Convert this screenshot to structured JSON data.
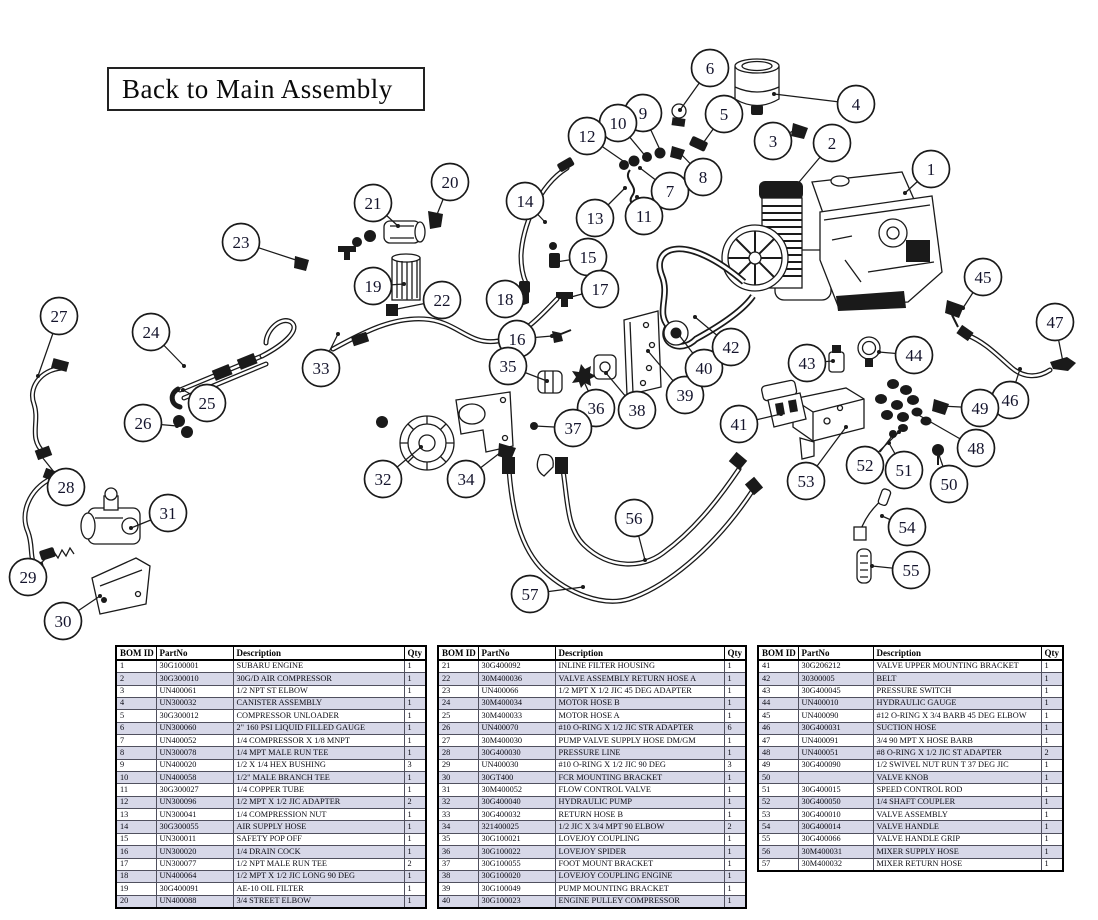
{
  "page": {
    "back_label": "Back to Main Assembly"
  },
  "colors": {
    "line": "#1a1a1a",
    "row_shade": "#d7d8e8",
    "balloon_fill": "#ffffff"
  },
  "diagram": {
    "description": "Exploded assembly drawing of engine / air compressor hydraulic unit with 57 numbered callouts",
    "callouts": [
      [
        1,
        931,
        169,
        905,
        193
      ],
      [
        2,
        832,
        143,
        789,
        194
      ],
      [
        3,
        773,
        141,
        795,
        130
      ],
      [
        4,
        856,
        104,
        774,
        94
      ],
      [
        5,
        724,
        114,
        701,
        146
      ],
      [
        6,
        710,
        68,
        680,
        110
      ],
      [
        7,
        670,
        191,
        640,
        168
      ],
      [
        8,
        703,
        177,
        679,
        152
      ],
      [
        9,
        643,
        113,
        661,
        152
      ],
      [
        10,
        618,
        123,
        647,
        158
      ],
      [
        11,
        644,
        216,
        637,
        197
      ],
      [
        12,
        587,
        136,
        626,
        163
      ],
      [
        13,
        595,
        218,
        625,
        188
      ],
      [
        14,
        525,
        201,
        545,
        222
      ],
      [
        15,
        588,
        257,
        556,
        262
      ],
      [
        16,
        517,
        339,
        552,
        336
      ],
      [
        17,
        600,
        289,
        564,
        299
      ],
      [
        18,
        505,
        299,
        523,
        295
      ],
      [
        19,
        373,
        286,
        404,
        284
      ],
      [
        20,
        450,
        182,
        436,
        217
      ],
      [
        21,
        373,
        203,
        398,
        226
      ],
      [
        22,
        442,
        300,
        392,
        310
      ],
      [
        23,
        241,
        242,
        302,
        262
      ],
      [
        24,
        151,
        332,
        184,
        366
      ],
      [
        25,
        207,
        403,
        183,
        390
      ],
      [
        26,
        143,
        423,
        177,
        426
      ],
      [
        27,
        59,
        316,
        38,
        376
      ],
      [
        28,
        66,
        487,
        38,
        452
      ],
      [
        29,
        28,
        577,
        48,
        556
      ],
      [
        30,
        63,
        621,
        100,
        596
      ],
      [
        31,
        168,
        513,
        131,
        528
      ],
      [
        32,
        383,
        479,
        421,
        447
      ],
      [
        33,
        321,
        368,
        338,
        334
      ],
      [
        34,
        466,
        479,
        505,
        449
      ],
      [
        35,
        508,
        366,
        547,
        381
      ],
      [
        36,
        596,
        408,
        581,
        375
      ],
      [
        37,
        573,
        428,
        535,
        426
      ],
      [
        38,
        637,
        410,
        606,
        373
      ],
      [
        39,
        685,
        395,
        648,
        351
      ],
      [
        40,
        704,
        368,
        679,
        335
      ],
      [
        41,
        739,
        424,
        781,
        414
      ],
      [
        42,
        731,
        347,
        695,
        317
      ],
      [
        43,
        807,
        363,
        833,
        361
      ],
      [
        44,
        914,
        355,
        879,
        352
      ],
      [
        45,
        983,
        277,
        963,
        308
      ],
      [
        46,
        1010,
        400,
        1020,
        369
      ],
      [
        47,
        1055,
        322,
        1063,
        362
      ],
      [
        48,
        976,
        448,
        915,
        413
      ],
      [
        49,
        980,
        408,
        941,
        406
      ],
      [
        50,
        949,
        484,
        938,
        452
      ],
      [
        51,
        904,
        470,
        889,
        443
      ],
      [
        52,
        865,
        465,
        899,
        432
      ],
      [
        53,
        806,
        481,
        846,
        427
      ],
      [
        54,
        907,
        527,
        882,
        516
      ],
      [
        55,
        911,
        570,
        872,
        566
      ],
      [
        56,
        634,
        518,
        645,
        560
      ],
      [
        57,
        530,
        594,
        583,
        587
      ]
    ]
  },
  "bom_tables": {
    "headers": [
      "BOM ID",
      "PartNo",
      "Description",
      "Qty"
    ],
    "tables": [
      {
        "rows": [
          [
            "1",
            "30G100001",
            "SUBARU ENGINE",
            "1"
          ],
          [
            "2",
            "30G300010",
            "30G/D AIR COMPRESSOR",
            "1"
          ],
          [
            "3",
            "UN400061",
            "1/2 NPT ST ELBOW",
            "1"
          ],
          [
            "4",
            "UN300032",
            "CANISTER ASSEMBLY",
            "1"
          ],
          [
            "5",
            "30G300012",
            "COMPRESSOR UNLOADER",
            "1"
          ],
          [
            "6",
            "UN300060",
            "2\" 160 PSI LIQUID FILLED GAUGE",
            "1"
          ],
          [
            "7",
            "UN400052",
            "1/4 COMPRESSOR X 1/8 MNPT",
            "1"
          ],
          [
            "8",
            "UN300078",
            "1/4 MPT MALE RUN TEE",
            "1"
          ],
          [
            "9",
            "UN400020",
            "1/2 X 1/4 HEX BUSHING",
            "3"
          ],
          [
            "10",
            "UN400058",
            "1/2\" MALE BRANCH TEE",
            "1"
          ],
          [
            "11",
            "30G300027",
            "1/4 COPPER TUBE",
            "1"
          ],
          [
            "12",
            "UN300096",
            "1/2 MPT X 1/2 JIC ADAPTER",
            "2"
          ],
          [
            "13",
            "UN300041",
            "1/4 COMPRESSION NUT",
            "1"
          ],
          [
            "14",
            "30G300055",
            "AIR SUPPLY HOSE",
            "1"
          ],
          [
            "15",
            "UN300011",
            "SAFETY POP OFF",
            "1"
          ],
          [
            "16",
            "UN300020",
            "1/4 DRAIN COCK",
            "1"
          ],
          [
            "17",
            "UN300077",
            "1/2 NPT MALE RUN TEE",
            "2"
          ],
          [
            "18",
            "UN400064",
            "1/2 MPT X 1/2 JIC LONG 90 DEG",
            "1"
          ],
          [
            "19",
            "30G400091",
            "AE-10 OIL FILTER",
            "1"
          ],
          [
            "20",
            "UN400088",
            "3/4 STREET ELBOW",
            "1"
          ]
        ]
      },
      {
        "rows": [
          [
            "21",
            "30G400092",
            "INLINE FILTER HOUSING",
            "1"
          ],
          [
            "22",
            "30M400036",
            "VALVE ASSEMBLY RETURN HOSE A",
            "1"
          ],
          [
            "23",
            "UN400066",
            "1/2 MPT X 1/2 JIC 45 DEG ADAPTER",
            "1"
          ],
          [
            "24",
            "30M400034",
            "MOTOR HOSE B",
            "1"
          ],
          [
            "25",
            "30M400033",
            "MOTOR HOSE A",
            "1"
          ],
          [
            "26",
            "UN400070",
            "#10 O-RING X 1/2 JIC STR ADAPTER",
            "6"
          ],
          [
            "27",
            "30M400030",
            "PUMP VALVE SUPPLY HOSE DM/GM",
            "1"
          ],
          [
            "28",
            "30G400030",
            "PRESSURE LINE",
            "1"
          ],
          [
            "29",
            "UN400030",
            "#10 O-RING X 1/2 JIC 90 DEG",
            "3"
          ],
          [
            "30",
            "30GT400",
            "FCR MOUNTING BRACKET",
            "1"
          ],
          [
            "31",
            "30M400052",
            "FLOW CONTROL VALVE",
            "1"
          ],
          [
            "32",
            "30G400040",
            "HYDRAULIC PUMP",
            "1"
          ],
          [
            "33",
            "30G400032",
            "RETURN HOSE B",
            "1"
          ],
          [
            "34",
            "321400025",
            "1/2 JIC X 3/4 MPT 90 ELBOW",
            "2"
          ],
          [
            "35",
            "30G100021",
            "LOVEJOY COUPLING",
            "1"
          ],
          [
            "36",
            "30G100022",
            "LOVEJOY SPIDER",
            "1"
          ],
          [
            "37",
            "30G100055",
            "FOOT MOUNT BRACKET",
            "1"
          ],
          [
            "38",
            "30G100020",
            "LOVEJOY COUPLING ENGINE",
            "1"
          ],
          [
            "39",
            "30G100049",
            "PUMP MOUNTING BRACKET",
            "1"
          ],
          [
            "40",
            "30G100023",
            "ENGINE PULLEY COMPRESSOR",
            "1"
          ]
        ]
      },
      {
        "rows": [
          [
            "41",
            "30G206212",
            "VALVE UPPER MOUNTING BRACKET",
            "1"
          ],
          [
            "42",
            "30300005",
            "BELT",
            "1"
          ],
          [
            "43",
            "30G400045",
            "PRESSURE SWITCH",
            "1"
          ],
          [
            "44",
            "UN400010",
            "HYDRAULIC GAUGE",
            "1"
          ],
          [
            "45",
            "UN400090",
            "#12 O-RING X 3/4 BARB 45 DEG ELBOW",
            "1"
          ],
          [
            "46",
            "30G400031",
            "SUCTION HOSE",
            "1"
          ],
          [
            "47",
            "UN400091",
            "3/4 90 MPT X HOSE BARB",
            "1"
          ],
          [
            "48",
            "UN400051",
            "#8 O-RING X 1/2 JIC ST ADAPTER",
            "2"
          ],
          [
            "49",
            "30G400090",
            "1/2 SWIVEL NUT RUN T 37 DEG JIC",
            "1"
          ],
          [
            "50",
            "",
            "VALVE KNOB",
            "1"
          ],
          [
            "51",
            "30G400015",
            "SPEED CONTROL ROD",
            "1"
          ],
          [
            "52",
            "30G400050",
            "1/4 SHAFT COUPLER",
            "1"
          ],
          [
            "53",
            "30G400010",
            "VALVE ASSEMBLY",
            "1"
          ],
          [
            "54",
            "30G400014",
            "VALVE HANDLE",
            "1"
          ],
          [
            "55",
            "30G400066",
            "VALVE HANDLE GRIP",
            "1"
          ],
          [
            "56",
            "30M400031",
            "MIXER SUPPLY HOSE",
            "1"
          ],
          [
            "57",
            "30M400032",
            "MIXER RETURN HOSE",
            "1"
          ]
        ]
      }
    ]
  }
}
